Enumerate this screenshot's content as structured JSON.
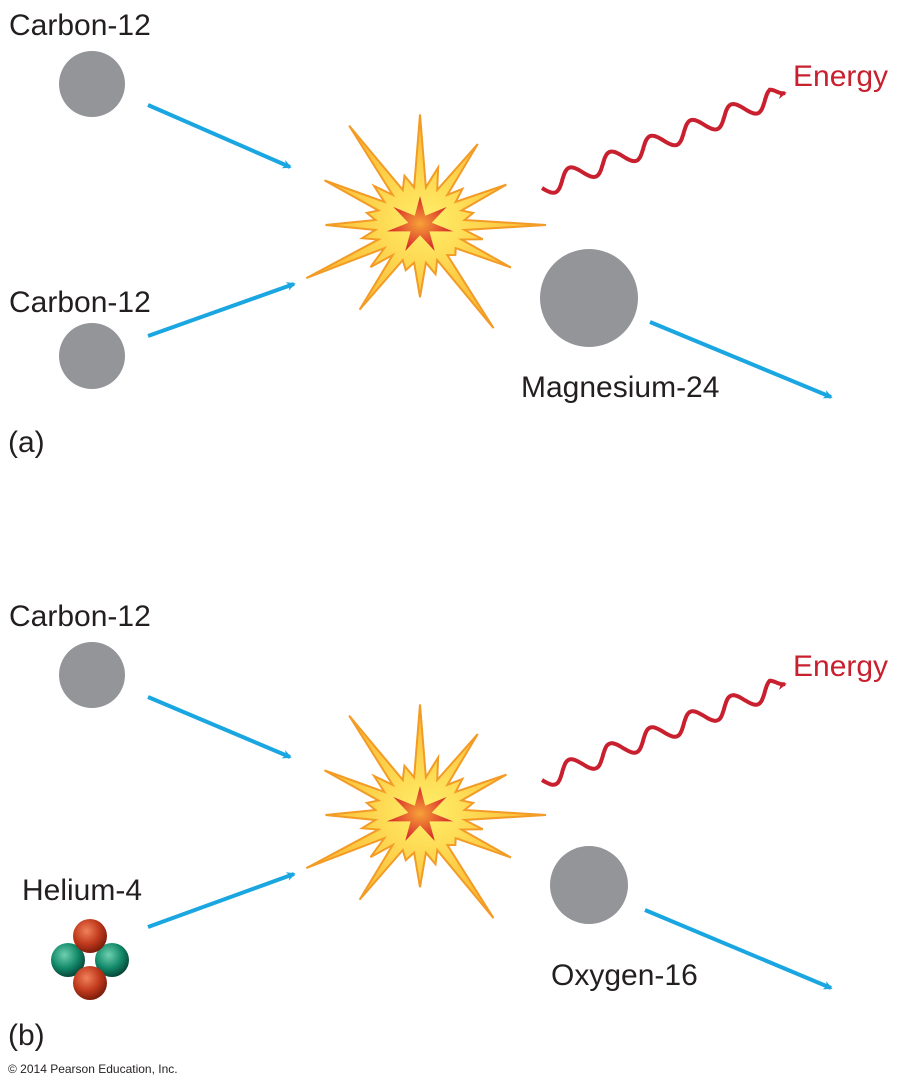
{
  "panel_a": {
    "tag": "(a)",
    "reactant1": "Carbon-12",
    "reactant2": "Carbon-12",
    "product": "Magnesium-24",
    "energy": "Energy"
  },
  "panel_b": {
    "tag": "(b)",
    "reactant1": "Carbon-12",
    "reactant2": "Helium-4",
    "product": "Oxygen-16",
    "energy": "Energy"
  },
  "copyright": "© 2014 Pearson Education, Inc.",
  "colors": {
    "nucleus": "#939598",
    "arrow": "#1aa6e0",
    "energy": "#c8202f",
    "burst_outer": "#fcc934",
    "burst_inner": "#e8432a",
    "proton": "#c0391d",
    "neutron": "#138a6a"
  }
}
